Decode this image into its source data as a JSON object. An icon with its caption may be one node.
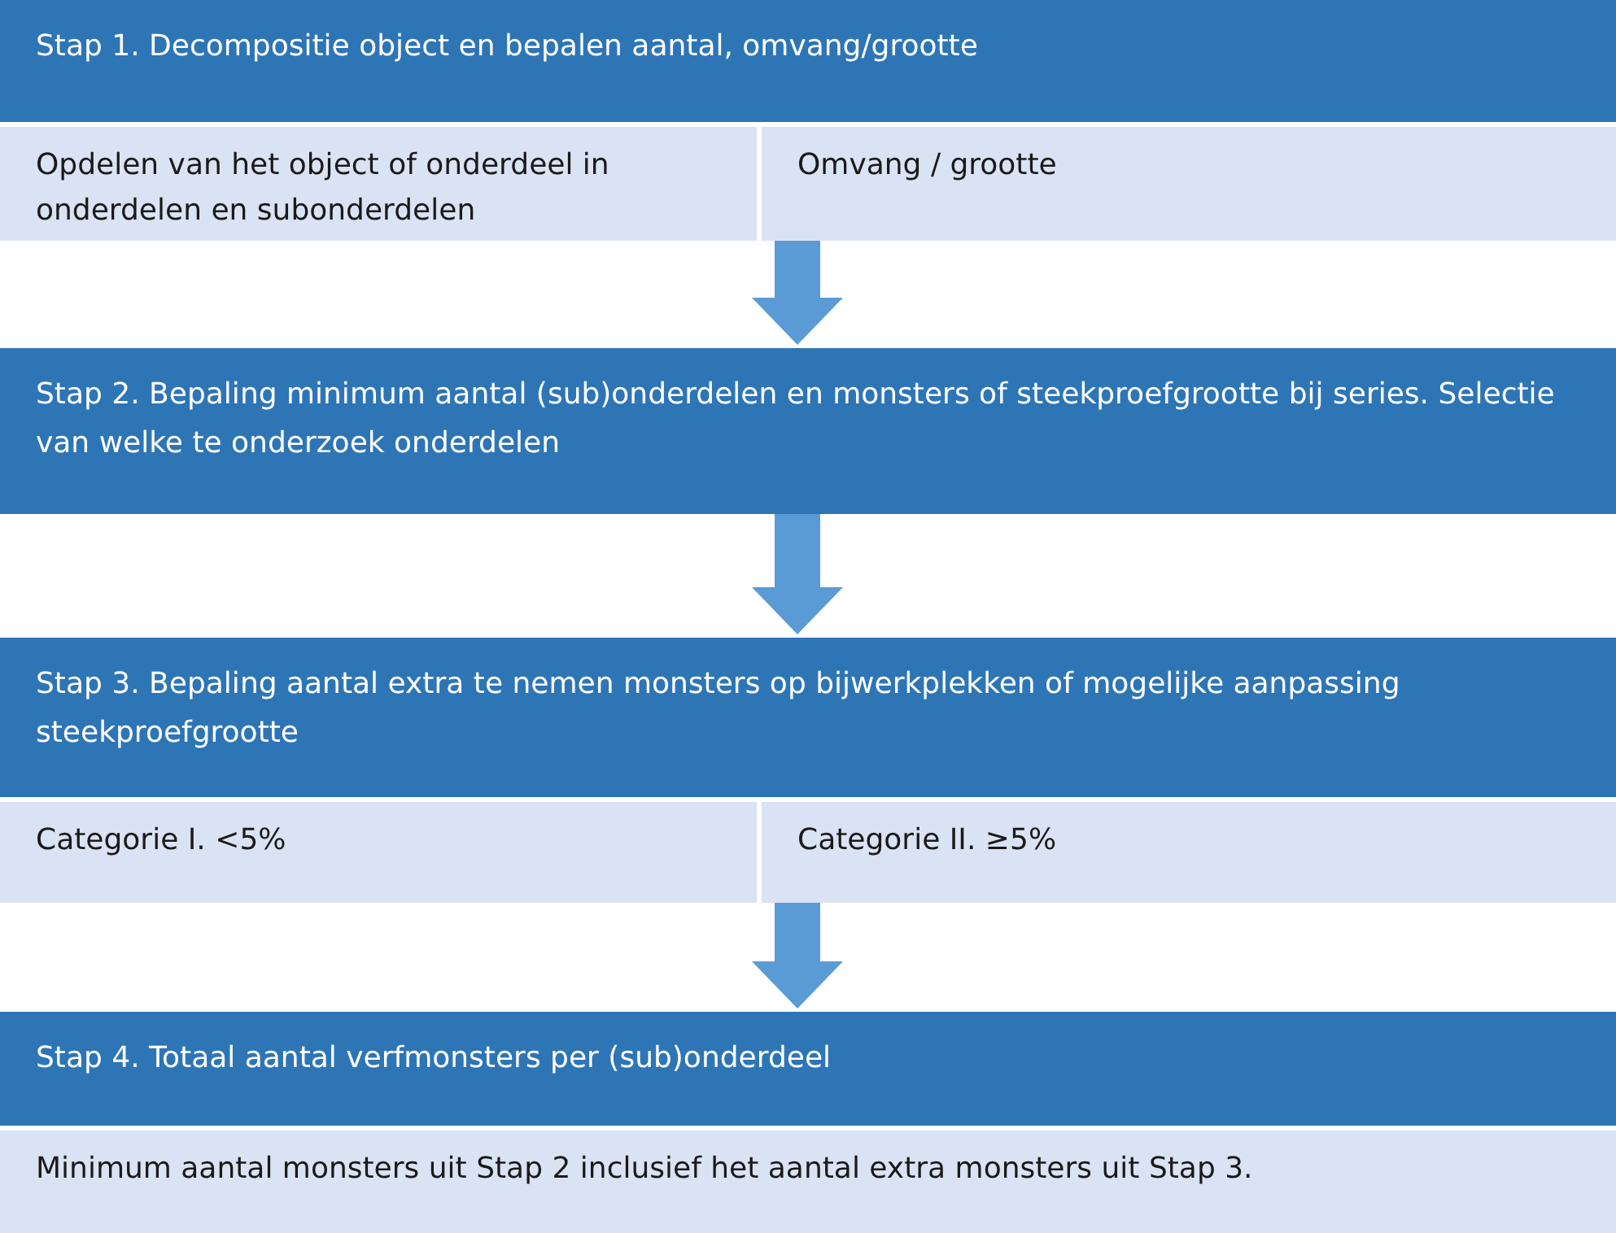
{
  "diagram": {
    "nodes": [
      {
        "text": [],
        "shape": "box"
      },
      {
        "text": [
          "Stap 1. Decompositie object en bepalen aantal, omvang/grootte"
        ],
        "in": 0
      },
      {
        "text": [
          "Opdelen van het object of onderdeel in onderdelen en subonderdelen"
        ],
        "in": 0
      },
      {
        "text": [
          "Omvang / grootte"
        ],
        "in": 0
      },
      {
        "text": [],
        "shape": "box"
      },
      {
        "text": [
          "Stap 2. Bepaling minimum aantal (sub)onderdelen en monsters of steekproefgrootte bij series. Selectie van welke te onderzoek onderdelen"
        ],
        "in": 4
      },
      {
        "text": [],
        "shape": "box"
      },
      {
        "text": [
          "Stap 3. Bepaling aantal extra te nemen monsters op bijwerkplekken of mogelijke aanpassing steekproefgrootte"
        ],
        "in": 6
      },
      {
        "text": [
          "Categorie I. <5%"
        ],
        "in": 6
      },
      {
        "text": [
          "Categorie II. ≥5%"
        ],
        "in": 6
      },
      {
        "text": [],
        "shape": "box"
      },
      {
        "text": [
          "Stap 4. Totaal aantal verfmonsters per (sub)onderdeel"
        ],
        "in": 10
      },
      {
        "text": [
          "Minimum aantal monsters uit Stap 2 inclusief het aantal extra monsters uit Stap 3."
        ],
        "in": 10
      }
    ],
    "edges": [
      {
        "from": 0,
        "to": 4,
        "arrow": "to"
      },
      {
        "from": 4,
        "to": 6,
        "arrow": "to"
      },
      {
        "from": 6,
        "to": 10,
        "arrow": "to"
      }
    ]
  }
}
